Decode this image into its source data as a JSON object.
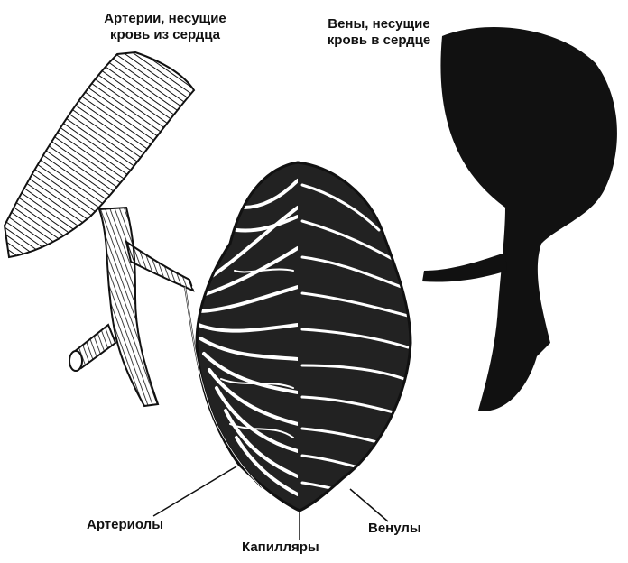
{
  "labels": {
    "arteries_line1": "Артерии, несущие",
    "arteries_line2": "кровь из сердца",
    "veins_line1": "Вены, несущие",
    "veins_line2": "кровь в сердце",
    "arterioles": "Артериолы",
    "venules": "Венулы",
    "capillaries": "Капилляры"
  },
  "colors": {
    "ink": "#111111",
    "background": "#ffffff",
    "artery_fill": "#ffffff",
    "vein_fill": "#111111"
  }
}
